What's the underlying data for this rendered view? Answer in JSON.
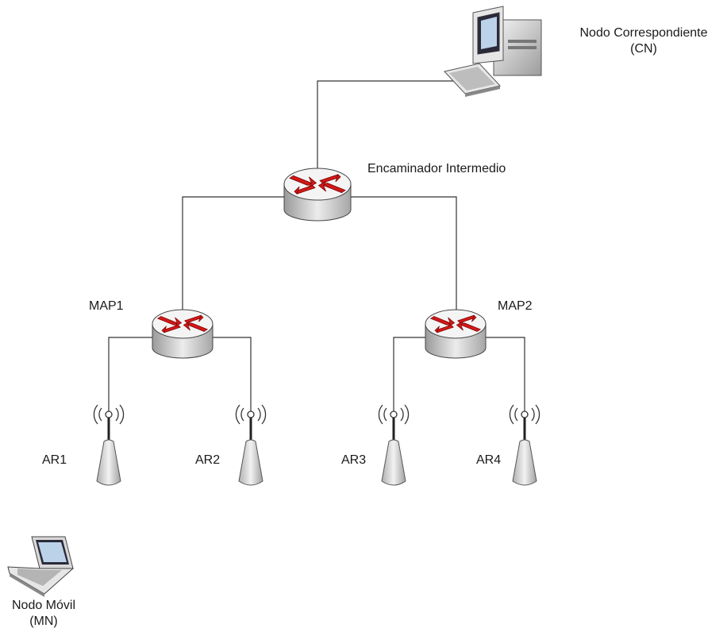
{
  "labels": {
    "cn_line1": "Nodo Correspondiente",
    "cn_line2": "(CN)",
    "router_mid": "Encaminador Intermedio",
    "map1": "MAP1",
    "map2": "MAP2",
    "ar1": "AR1",
    "ar2": "AR2",
    "ar3": "AR3",
    "ar4": "AR4",
    "mn_line1": "Nodo Móvil",
    "mn_line2": "(MN)"
  },
  "colors": {
    "router_body": "#c8c8c8",
    "router_top": "#f2f2f2",
    "arrow": "#d01818",
    "antenna": "#d9d9d9"
  }
}
